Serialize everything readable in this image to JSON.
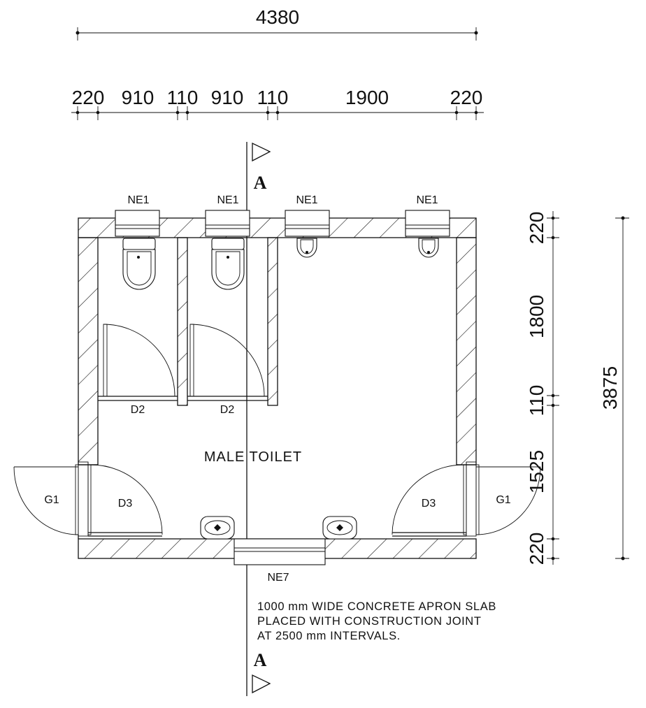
{
  "dimensions": {
    "overall_width": "4380",
    "overall_height": "3875",
    "top_segments": [
      "220",
      "910",
      "110",
      "910",
      "110",
      "1900",
      "220"
    ],
    "right_segments": [
      "220",
      "1800",
      "110",
      "1525",
      "220"
    ]
  },
  "section_marker": {
    "top_label": "A",
    "bottom_label": "A"
  },
  "windows": {
    "ne1_labels": [
      "NE1",
      "NE1",
      "NE1",
      "NE1"
    ],
    "ne7_label": "NE7"
  },
  "doors": {
    "stall_door_labels": [
      "D2",
      "D2"
    ],
    "entrance_door_left": "D3",
    "entrance_door_right": "D3",
    "gate_left": "G1",
    "gate_right": "G1"
  },
  "room": {
    "name": "MALE TOILET"
  },
  "note_lines": [
    "1000 mm WIDE CONCRETE APRON SLAB",
    "PLACED WITH CONSTRUCTION JOINT",
    "AT 2500 mm INTERVALS."
  ]
}
